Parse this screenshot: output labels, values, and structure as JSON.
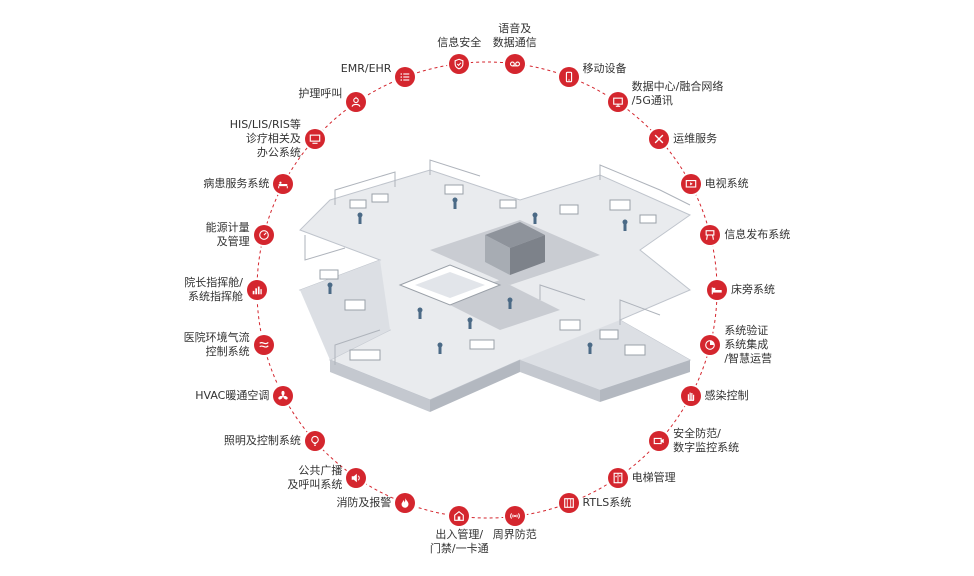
{
  "colors": {
    "accent": "#d4262e",
    "text": "#333333",
    "floor": "#e9ebee",
    "wall": "#bfc4cc",
    "roof": "#8e939b",
    "furniture": "#ffffff"
  },
  "systems": [
    {
      "label": "语音及\n数据通信",
      "icon": "voicemail-icon"
    },
    {
      "label": "移动设备",
      "icon": "mobile-phone-icon"
    },
    {
      "label": "数据中心/融合网络\n/5G通讯",
      "icon": "monitor-icon"
    },
    {
      "label": "运维服务",
      "icon": "tools-icon"
    },
    {
      "label": "电视系统",
      "icon": "tv-icon"
    },
    {
      "label": "信息发布系统",
      "icon": "signboard-icon"
    },
    {
      "label": "床旁系统",
      "icon": "bed-icon"
    },
    {
      "label": "系统验证\n系统集成\n/智慧运营",
      "icon": "pie-chart-icon"
    },
    {
      "label": "感染控制",
      "icon": "hand-icon"
    },
    {
      "label": "安全防范/\n数字监控系统",
      "icon": "camera-icon"
    },
    {
      "label": "电梯管理",
      "icon": "elevator-icon"
    },
    {
      "label": "RTLS系统",
      "icon": "location-tracking-icon"
    },
    {
      "label": "周界防范",
      "icon": "radar-icon"
    },
    {
      "label": "出入管理/\n门禁/一卡通",
      "icon": "access-control-icon"
    },
    {
      "label": "消防及报警",
      "icon": "fire-icon"
    },
    {
      "label": "公共广播\n及呼叫系统",
      "icon": "speaker-icon"
    },
    {
      "label": "照明及控制系统",
      "icon": "lightbulb-icon"
    },
    {
      "label": "HVAC暖通空调",
      "icon": "fan-icon"
    },
    {
      "label": "医院环境气流\n控制系统",
      "icon": "airflow-icon"
    },
    {
      "label": "院长指挥舱/\n系统指挥舱",
      "icon": "dashboard-icon"
    },
    {
      "label": "能源计量\n及管理",
      "icon": "energy-meter-icon"
    },
    {
      "label": "病患服务系统",
      "icon": "patient-bed-icon"
    },
    {
      "label": "HIS/LIS/RIS等\n诊疗相关及\n办公系统",
      "icon": "computer-icon"
    },
    {
      "label": "护理呼叫",
      "icon": "nurse-icon"
    },
    {
      "label": "EMR/EHR",
      "icon": "record-list-icon"
    },
    {
      "label": "信息安全",
      "icon": "shield-icon"
    }
  ]
}
